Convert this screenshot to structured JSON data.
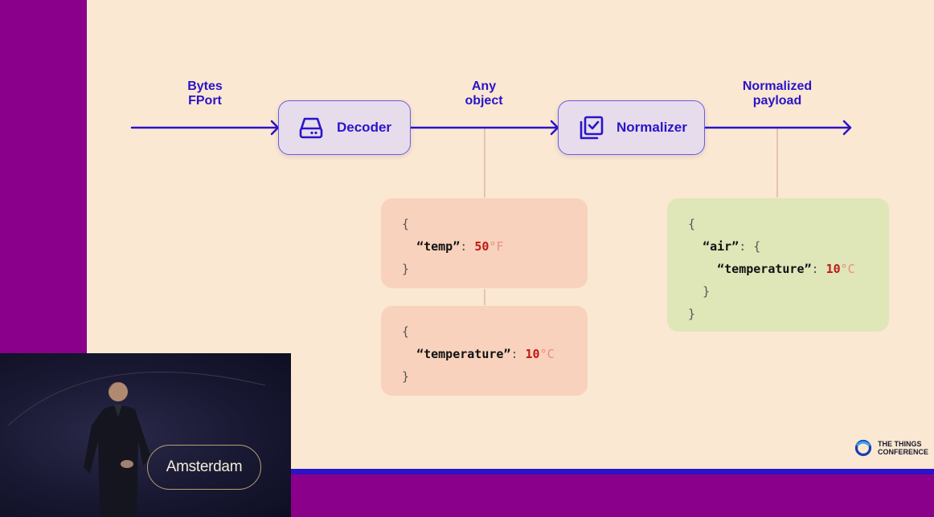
{
  "flow": {
    "input_label_line1": "Bytes",
    "input_label_line2": "FPort",
    "mid_label_line1": "Any",
    "mid_label_line2": "object",
    "output_label_line1": "Normalized",
    "output_label_line2": "payload"
  },
  "decoder": {
    "label": "Decoder",
    "icon": "hard-drive-icon"
  },
  "normalizer": {
    "label": "Normalizer",
    "icon": "checked-stack-icon"
  },
  "card_raw": {
    "open": "{",
    "key": "“temp”",
    "colon": ": ",
    "value": "50",
    "unit": "°F",
    "close": "}"
  },
  "card_converted": {
    "open": "{",
    "key": "“temperature”",
    "colon": ": ",
    "value": "10",
    "unit": "°C",
    "close": "}"
  },
  "card_normalized": {
    "open": "{",
    "outer_key": "“air”",
    "outer_colon": ": ",
    "outer_open": "{",
    "inner_key": "“temperature”",
    "inner_colon": ": ",
    "value": "10",
    "unit": "°C",
    "inner_close": "}",
    "close": "}"
  },
  "video": {
    "city": "Amsterdam"
  },
  "logo": {
    "line1": "THE THINGS",
    "line2": "CONFERENCE"
  },
  "colors": {
    "slide_bg": "#fae8d2",
    "accent_blue": "#2a14c8",
    "frame_purple": "#8a008a",
    "peach_card": "#f8d2bc",
    "green_card": "#dfe6b8"
  }
}
